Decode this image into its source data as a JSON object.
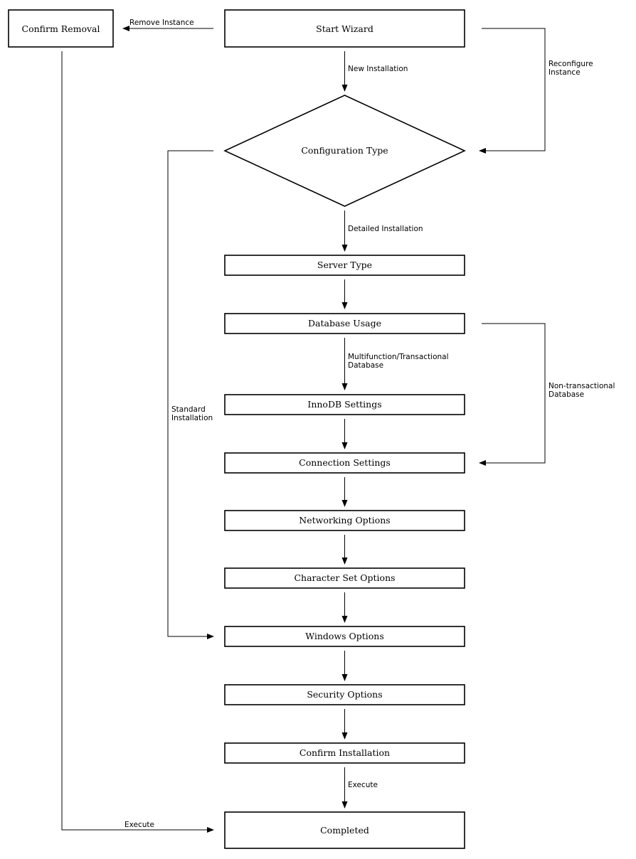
{
  "nodes": {
    "confirm_removal": "Confirm Removal",
    "start_wizard": "Start Wizard",
    "configuration_type": "Configuration Type",
    "server_type": "Server Type",
    "database_usage": "Database Usage",
    "innodb_settings": "InnoDB Settings",
    "connection_settings": "Connection Settings",
    "networking_options": "Networking Options",
    "character_set_options": "Character Set Options",
    "windows_options": "Windows Options",
    "security_options": "Security Options",
    "confirm_installation": "Confirm Installation",
    "completed": "Completed"
  },
  "edges": {
    "remove_instance": "Remove Instance",
    "new_installation": "New Installation",
    "reconfigure_instance": [
      "Reconfigure",
      "Instance"
    ],
    "detailed_installation": "Detailed Installation",
    "multifunction": [
      "Multifunction/Transactional",
      "Database"
    ],
    "non_transactional": [
      "Non-transactional",
      "Database"
    ],
    "standard_installation": [
      "Standard",
      "Installation"
    ],
    "execute_main": "Execute",
    "execute_removal": "Execute"
  }
}
